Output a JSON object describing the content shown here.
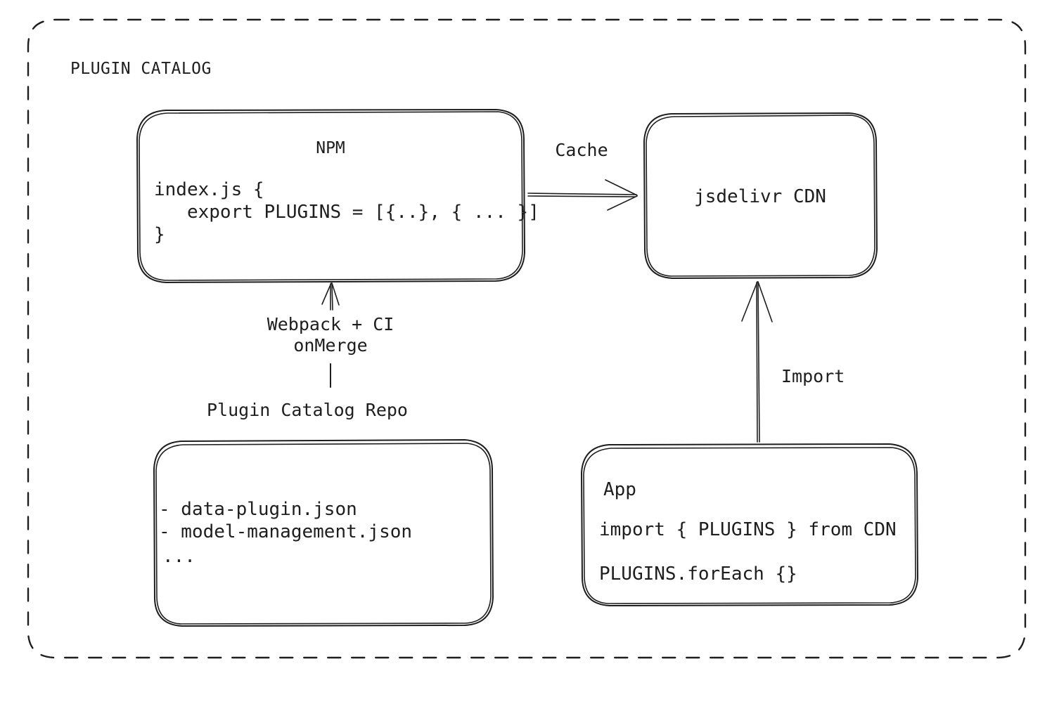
{
  "frame": {
    "title": "PLUGIN CATALOG",
    "style": "dashed-rounded-rectangle",
    "stroke_color": "#1e1e1e",
    "background": "#ffffff"
  },
  "nodes": {
    "npm": {
      "title": "NPM",
      "code_lines": [
        "index.js {",
        "   export PLUGINS = [{..}, { ... }]",
        "}"
      ]
    },
    "cdn": {
      "title": "jsdelivr CDN"
    },
    "repo": {
      "caption": "Plugin Catalog Repo",
      "file_lines": [
        "- data-plugin.json",
        "- model-management.json",
        "..."
      ]
    },
    "app": {
      "title": "App",
      "code_lines": [
        "import { PLUGINS } from CDN",
        "PLUGINS.forEach {}"
      ]
    }
  },
  "edges": {
    "npm_to_cdn": {
      "label": "Cache",
      "from": "npm",
      "to": "cdn",
      "direction": "right"
    },
    "repo_to_npm": {
      "label_line_1": "Webpack + CI",
      "label_line_2": "onMerge",
      "from": "repo",
      "to": "npm",
      "direction": "up"
    },
    "app_to_cdn": {
      "label": "Import",
      "from": "app",
      "to": "cdn",
      "direction": "up"
    }
  }
}
